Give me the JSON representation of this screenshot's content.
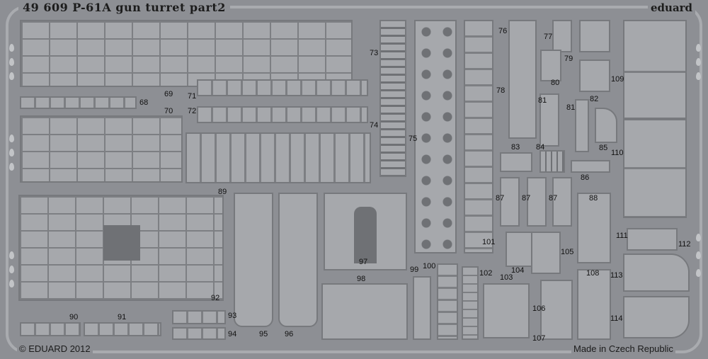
{
  "header": {
    "title": "49 609  P-61A gun turret   part2",
    "brand": "eduard"
  },
  "footer": {
    "copyright": "© EDUARD 2012",
    "origin": "Made in Czech Republic"
  },
  "labels": [
    "68",
    "69",
    "70",
    "71",
    "72",
    "73",
    "74",
    "75",
    "76",
    "77",
    "78",
    "79",
    "80",
    "81",
    "81",
    "82",
    "83",
    "84",
    "85",
    "86",
    "87",
    "87",
    "87",
    "88",
    "89",
    "90",
    "91",
    "92",
    "93",
    "94",
    "95",
    "96",
    "97",
    "98",
    "99",
    "100",
    "101",
    "102",
    "103",
    "104",
    "105",
    "106",
    "107",
    "108",
    "109",
    "110",
    "111",
    "112",
    "113",
    "114"
  ],
  "colors": {
    "fret": "#8d8f94",
    "part": "#a6a8ac",
    "text": "#1c1c1c"
  }
}
